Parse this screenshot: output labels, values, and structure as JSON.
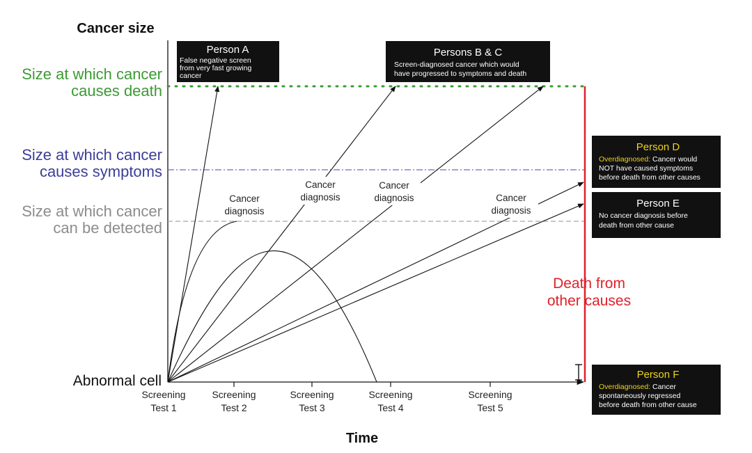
{
  "axes": {
    "y_title": "Cancer size",
    "x_title": "Time",
    "origin_label": "Abnormal cell"
  },
  "levels": {
    "death": {
      "line1": "Size at which cancer",
      "line2": "causes death",
      "color": "#3c9a33"
    },
    "symptoms": {
      "line1": "Size at which cancer",
      "line2": "causes symptoms",
      "color": "#3d3d9a"
    },
    "detect": {
      "line1": "Size at which cancer",
      "line2": "can be detected",
      "color": "#8c8c8c"
    }
  },
  "screening_tests": [
    {
      "line1": "Screening",
      "line2": "Test 1"
    },
    {
      "line1": "Screening",
      "line2": "Test 2"
    },
    {
      "line1": "Screening",
      "line2": "Test 3"
    },
    {
      "line1": "Screening",
      "line2": "Test 4"
    },
    {
      "line1": "Screening",
      "line2": "Test 5"
    }
  ],
  "diagnosis_labels": [
    {
      "line1": "Cancer",
      "line2": "diagnosis"
    },
    {
      "line1": "Cancer",
      "line2": "diagnosis"
    },
    {
      "line1": "Cancer",
      "line2": "diagnosis"
    },
    {
      "line1": "Cancer",
      "line2": "diagnosis"
    }
  ],
  "death_other": {
    "line1": "Death from",
    "line2": "other causes",
    "color": "#e0202a"
  },
  "boxes": {
    "a": {
      "title": "Person A",
      "lines": [
        "False negative screen",
        "from very fast growing",
        "cancer"
      ]
    },
    "bc": {
      "title": "Persons B & C",
      "lines": [
        "Screen-diagnosed cancer  which would",
        "have progressed to symptoms and death"
      ]
    },
    "d": {
      "title": "Person D",
      "highlight": "Overdiagnosed:",
      "line1_rest": " Cancer would",
      "lines": [
        "NOT have caused symptoms",
        "before death from other causes"
      ]
    },
    "e": {
      "title": "Person E",
      "lines": [
        "No cancer diagnosis before",
        "death from other cause"
      ]
    },
    "f": {
      "title": "Person F",
      "highlight": "Overdiagnosed:",
      "line1_rest": " Cancer",
      "lines": [
        "spontaneously regressed",
        "before death from other cause"
      ]
    }
  },
  "highlight_color": "#f2d21b",
  "box_color": "#111111"
}
